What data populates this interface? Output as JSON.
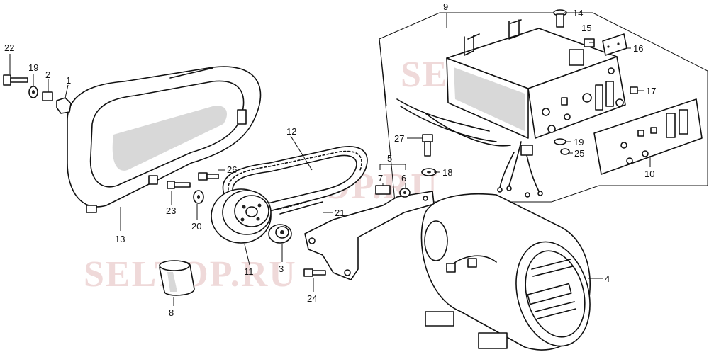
{
  "watermark": "SELTOP.RU",
  "callouts": {
    "p1": "1",
    "p2": "2",
    "p3": "3",
    "p4": "4",
    "p5": "5",
    "p6": "6",
    "p7": "7",
    "p8": "8",
    "p9": "9",
    "p10": "10",
    "p11": "11",
    "p12": "12",
    "p13": "13",
    "p14": "14",
    "p15": "15",
    "p16": "16",
    "p17": "17",
    "p18": "18",
    "p19": "19",
    "p20": "20",
    "p21": "21",
    "p22": "22",
    "p23": "23",
    "p24": "24",
    "p25": "25",
    "p26": "26",
    "p27": "27",
    "p19b": "19"
  }
}
